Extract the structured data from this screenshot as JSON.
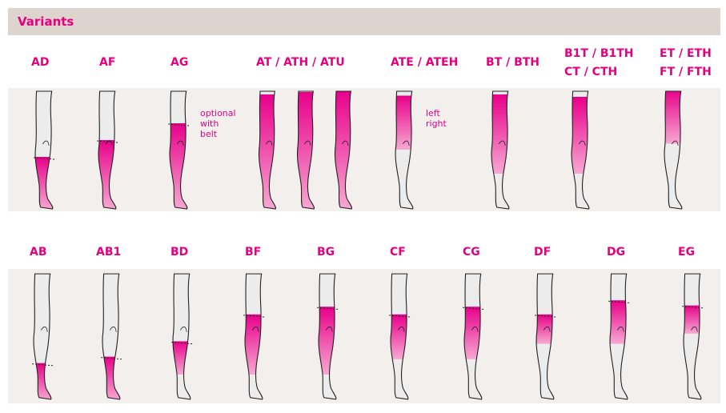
{
  "header": {
    "title": "Variants"
  },
  "row1": {
    "labels": [
      "AD",
      "AF",
      "AG",
      "AT / ATH / ATU",
      "ATE / ATEH",
      "BT / BTH",
      "B1T / B1TH",
      "CT / CTH",
      "ET / ETH",
      "FT / FTH"
    ],
    "notes": {
      "optional": "optional",
      "with": "with",
      "belt": "belt",
      "left": "left",
      "right": "right"
    }
  },
  "row2": {
    "labels": [
      "AB",
      "AB1",
      "BD",
      "BF",
      "BG",
      "CF",
      "CG",
      "DF",
      "DG",
      "EG"
    ]
  },
  "colors": {
    "accent": "#e5007e",
    "header_bg": "#ddd3cf",
    "band_bg": "#f3efed",
    "leg_outline": "#222222",
    "leg_fill": "#ececec",
    "stocking_top": "#e8008a",
    "stocking_bottom": "#f7a9d2"
  }
}
